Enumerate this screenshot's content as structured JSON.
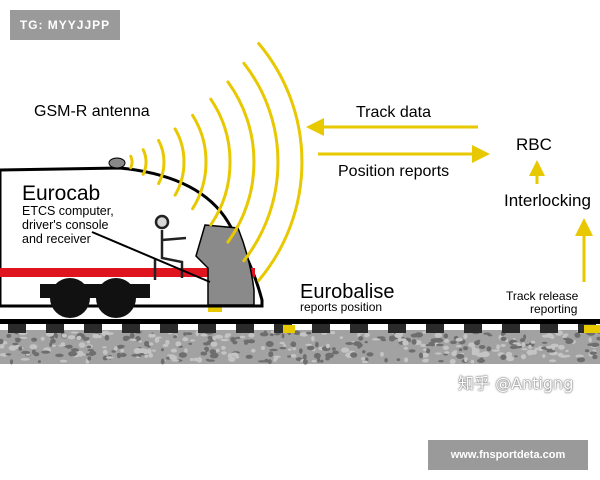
{
  "watermark_top": "TG: MYYJJPP",
  "watermark_bottom": "www.fnsportdeta.com",
  "watermark_zhihu": "知乎 @Antigng",
  "labels": {
    "gsm_antenna": "GSM-R antenna",
    "eurocab_title": "Eurocab",
    "eurocab_line1": "ETCS computer,",
    "eurocab_line2": "driver's console",
    "eurocab_line3": "and receiver",
    "track_data": "Track data",
    "position_reports": "Position reports",
    "rbc": "RBC",
    "interlocking": "Interlocking",
    "eurobalise_title": "Eurobalise",
    "eurobalise_sub": "reports position",
    "track_release_line1": "Track release",
    "track_release_line2": "reporting"
  },
  "colors": {
    "arrow_yellow": "#e8c800",
    "stripe_red": "#e0141e",
    "rail_black": "#000000",
    "ballast_gray": "#9c9c9c",
    "cab_gray": "#808080"
  }
}
